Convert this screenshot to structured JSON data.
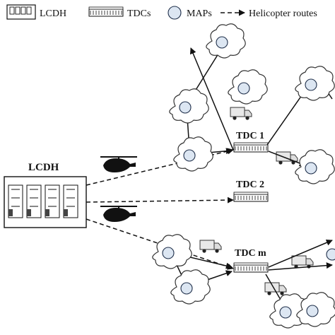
{
  "legend": {
    "lcdh_label": "LCDH",
    "tdc_label": "TDCs",
    "map_label": "MAPs",
    "route_label": "Helicopter routes"
  },
  "nodes": {
    "lcdh": "LCDH",
    "tdc1": "TDC 1",
    "tdc2": "TDC 2",
    "tdcm": "TDC m"
  },
  "icons": {
    "lcdh": "lcdh-building-icon",
    "tdc": "tdc-warehouse-icon",
    "map": "map-point-icon",
    "truck": "truck-icon",
    "helicopter": "helicopter-icon",
    "cloud": "cloud-area-icon"
  },
  "colors": {
    "map_fill": "#dce6f2",
    "map_stroke": "#1f2f4a",
    "line": "#111111"
  }
}
